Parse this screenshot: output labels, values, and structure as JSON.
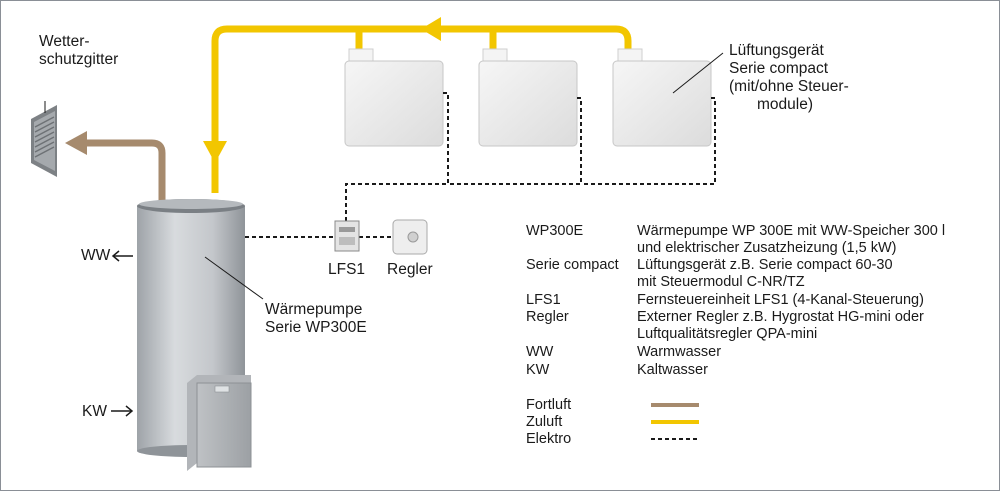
{
  "labels": {
    "grille": [
      "Wetter-",
      "schutzgitter"
    ],
    "ventilation_unit": [
      "Lüftungsgerät",
      "Serie compact",
      "(mit/ohne Steuer-",
      "module)"
    ],
    "heat_pump": [
      "Wärmepumpe",
      "Serie WP300E"
    ],
    "ww": "WW",
    "kw": "KW",
    "lfs1": "LFS1",
    "regler": "Regler"
  },
  "legend": [
    {
      "key": "WP300E",
      "desc": [
        "Wärmepumpe WP 300E mit WW-Speicher 300 l",
        "und elektrischer Zusatzheizung (1,5 kW)"
      ]
    },
    {
      "key": "Serie compact",
      "desc": [
        "Lüftungsgerät z.B. Serie compact 60-30",
        "mit Steuermodul C-NR/TZ"
      ]
    },
    {
      "key": "LFS1",
      "desc": [
        "Fernsteuereinheit LFS1 (4-Kanal-Steuerung)"
      ]
    },
    {
      "key": "Regler",
      "desc": [
        "Externer Regler z.B. Hygrostat HG-mini oder",
        "Luftqualitätsregler QPA-mini"
      ]
    },
    {
      "key": "WW",
      "desc": [
        "Warmwasser"
      ]
    },
    {
      "key": "KW",
      "desc": [
        "Kaltwasser"
      ]
    }
  ],
  "line_legend": [
    {
      "label": "Fortluft",
      "color": "#a68a6d",
      "style": "solid"
    },
    {
      "label": "Zuluft",
      "color": "#f2c600",
      "style": "solid"
    },
    {
      "label": "Elektro",
      "color": "#1a1a1a",
      "style": "dashed"
    }
  ],
  "colors": {
    "exhaust_air": "#a68a6d",
    "supply_air": "#f2c600",
    "electrical": "#1a1a1a",
    "tank": "#c9ccd0",
    "unit_box": "#eeeeee"
  }
}
